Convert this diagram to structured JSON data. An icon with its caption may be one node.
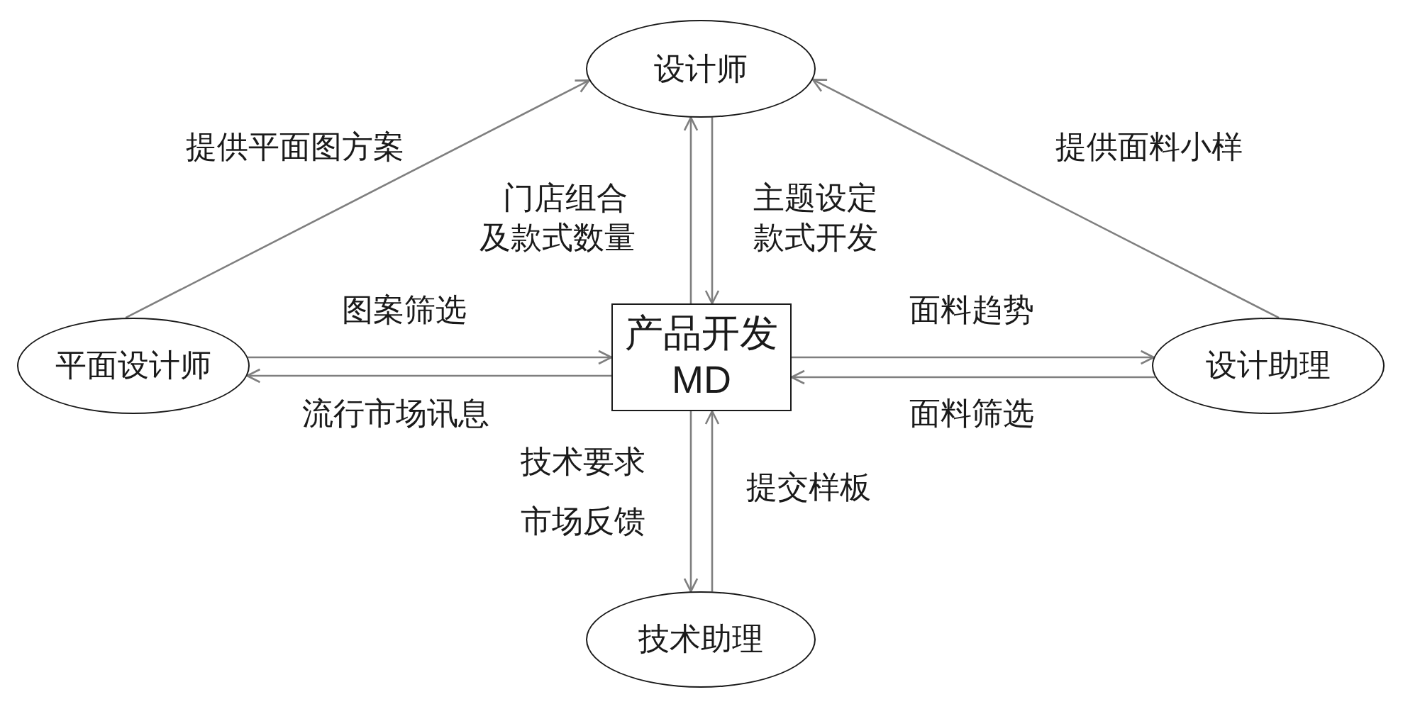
{
  "diagram": {
    "nodes": [
      {
        "text": [
          "设计师"
        ]
      },
      {
        "text": [
          "平面设计师"
        ]
      },
      {
        "text": [
          "产品开发 MD"
        ]
      },
      {
        "text": [
          "设计助理"
        ]
      },
      {
        "text": [
          "技术助理"
        ]
      }
    ],
    "edges": [
      {
        "from": 1,
        "to": 0,
        "arrow": "to",
        "label": "提供平面图方案"
      },
      {
        "from": 3,
        "to": 0,
        "arrow": "to",
        "label": "提供面料小样"
      },
      {
        "from": 2,
        "to": 0,
        "arrow": "to",
        "label": "门店组合及款式数量"
      },
      {
        "from": 0,
        "to": 2,
        "arrow": "to",
        "label": "主题设定款式开发"
      },
      {
        "from": 1,
        "to": 2,
        "arrow": "to",
        "label": "图案筛选"
      },
      {
        "from": 2,
        "to": 1,
        "arrow": "to",
        "label": "流行市场讯息"
      },
      {
        "from": 2,
        "to": 3,
        "arrow": "to",
        "label": "面料趋势"
      },
      {
        "from": 3,
        "to": 2,
        "arrow": "to",
        "label": "面料筛选"
      },
      {
        "from": 2,
        "to": 4,
        "arrow": "to",
        "label": "技术要求市场反馈"
      },
      {
        "from": 4,
        "to": 2,
        "arrow": "to",
        "label": "提交样板"
      }
    ]
  }
}
